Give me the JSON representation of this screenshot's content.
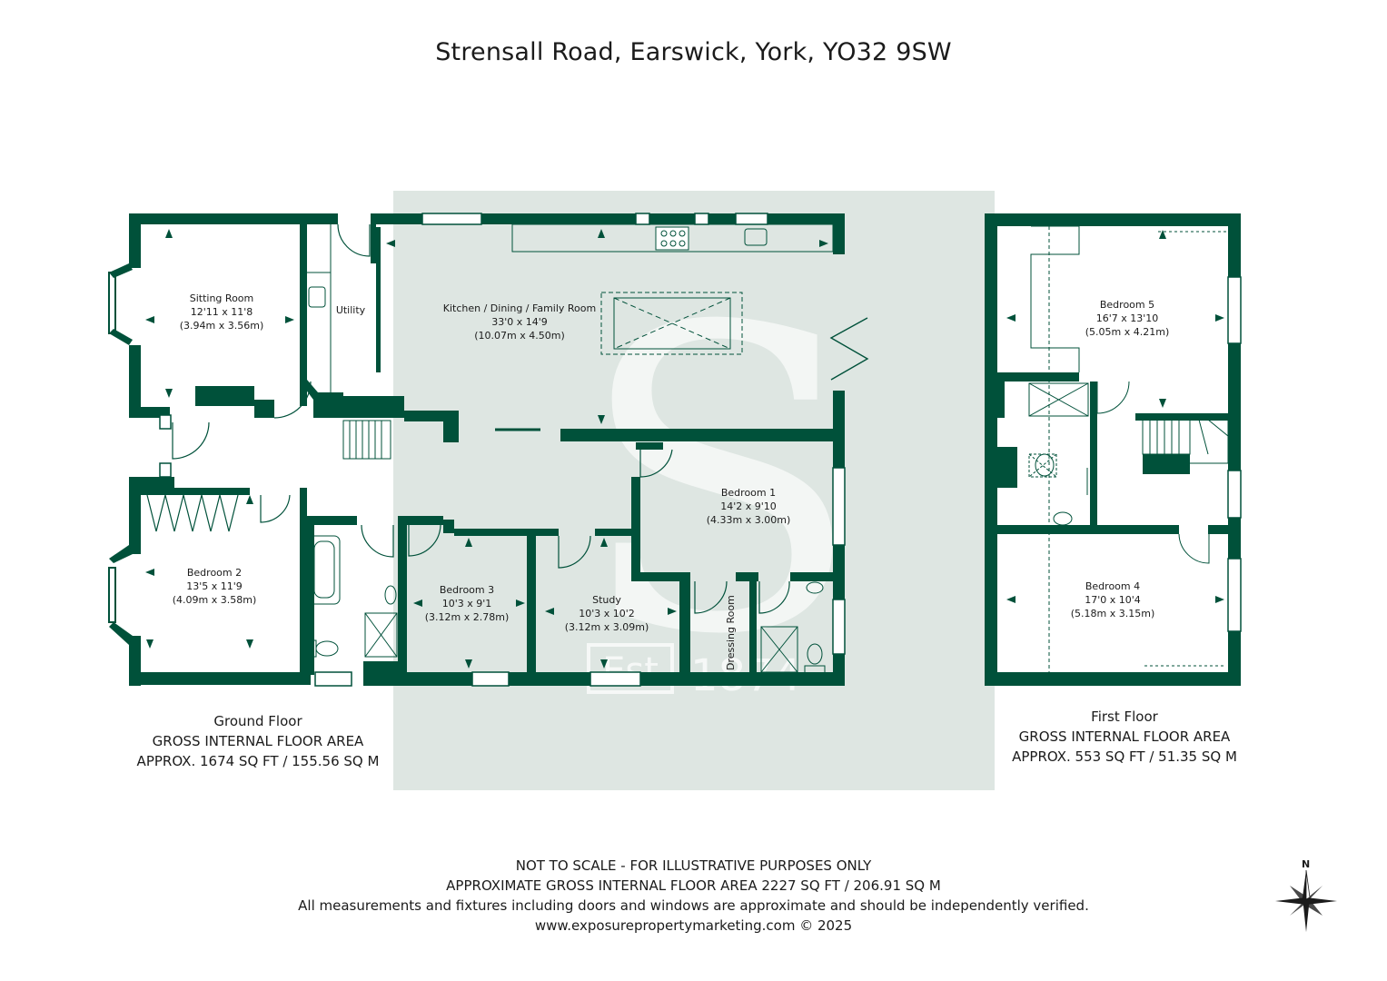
{
  "title": "Strensall Road, Earswick, York, YO32 9SW",
  "colors": {
    "wall": "#00513a",
    "watermark_bg": "#dee6e2",
    "text": "#1b1b1b"
  },
  "ground_floor": {
    "rooms": [
      {
        "name": "Sitting Room",
        "dims": "12'11 x 11'8",
        "metric": "(3.94m x 3.56m)"
      },
      {
        "name": "Utility",
        "dims": "",
        "metric": ""
      },
      {
        "name": "Kitchen / Dining / Family Room",
        "dims": "33'0 x 14'9",
        "metric": "(10.07m x 4.50m)"
      },
      {
        "name": "Bedroom 1",
        "dims": "14'2 x 9'10",
        "metric": "(4.33m x 3.00m)"
      },
      {
        "name": "Bedroom 2",
        "dims": "13'5 x 11'9",
        "metric": "(4.09m x 3.58m)"
      },
      {
        "name": "Bedroom 3",
        "dims": "10'3 x 9'1",
        "metric": "(3.12m x 2.78m)"
      },
      {
        "name": "Study",
        "dims": "10'3 x 10'2",
        "metric": "(3.12m x 3.09m)"
      },
      {
        "name": "Dressing Room",
        "dims": "",
        "metric": ""
      }
    ],
    "label": "Ground Floor",
    "gia_label": "GROSS INTERNAL FLOOR AREA",
    "gia_value": "APPROX. 1674 SQ FT / 155.56 SQ M"
  },
  "first_floor": {
    "rooms": [
      {
        "name": "Bedroom 5",
        "dims": "16'7 x 13'10",
        "metric": "(5.05m x 4.21m)"
      },
      {
        "name": "Bedroom 4",
        "dims": "17'0 x 10'4",
        "metric": "(5.18m x 3.15m)"
      }
    ],
    "label": "First Floor",
    "gia_label": "GROSS INTERNAL FLOOR AREA",
    "gia_value": "APPROX. 553 SQ FT / 51.35 SQ M"
  },
  "footer": {
    "line1": "NOT TO SCALE - FOR ILLUSTRATIVE PURPOSES ONLY",
    "line2": "APPROXIMATE GROSS INTERNAL FLOOR AREA 2227 SQ FT / 206.91 SQ M",
    "line3": "All measurements and fixtures including doors and windows are approximate and should be independently verified.",
    "line4": "www.exposurepropertymarketing.com © 2025"
  },
  "watermark": {
    "letter": "S",
    "badge": "Est",
    "year": "1874"
  },
  "compass": {
    "north_label": "N",
    "icon": "compass-rose-icon"
  }
}
